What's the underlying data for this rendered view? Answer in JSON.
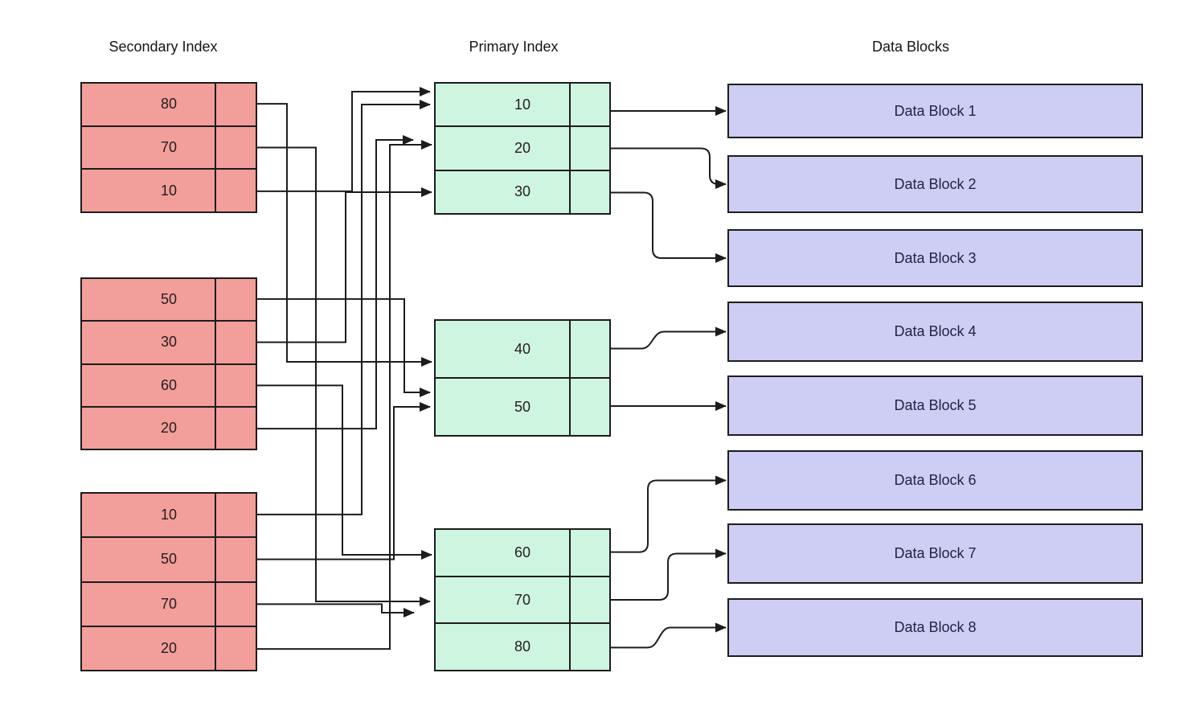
{
  "titles": {
    "secondary": "Secondary Index",
    "primary": "Primary Index",
    "blocks": "Data Blocks"
  },
  "secondary_tables": [
    {
      "rows": [
        "80",
        "70",
        "10"
      ]
    },
    {
      "rows": [
        "50",
        "30",
        "60",
        "20"
      ]
    },
    {
      "rows": [
        "10",
        "50",
        "70",
        "20"
      ]
    }
  ],
  "primary_tables": [
    {
      "rows": [
        "10",
        "20",
        "30"
      ]
    },
    {
      "rows": [
        "40",
        "50"
      ]
    },
    {
      "rows": [
        "60",
        "70",
        "80"
      ]
    }
  ],
  "data_blocks": [
    "Data Block 1",
    "Data Block 2",
    "Data Block 3",
    "Data Block 4",
    "Data Block 5",
    "Data Block 6",
    "Data Block 7",
    "Data Block 8"
  ],
  "connections": {
    "secondary_to_primary": [
      {
        "from_table": 1,
        "from_key": "80",
        "to_row": "40"
      },
      {
        "from_table": 1,
        "from_key": "70",
        "to_row": "70"
      },
      {
        "from_table": 1,
        "from_key": "10",
        "to_row": "10"
      },
      {
        "from_table": 2,
        "from_key": "50",
        "to_row": "50"
      },
      {
        "from_table": 2,
        "from_key": "30",
        "to_row": "30"
      },
      {
        "from_table": 2,
        "from_key": "60",
        "to_row": "60"
      },
      {
        "from_table": 2,
        "from_key": "20",
        "to_row": "20"
      },
      {
        "from_table": 3,
        "from_key": "10",
        "to_row": "10"
      },
      {
        "from_table": 3,
        "from_key": "50",
        "to_row": "50"
      },
      {
        "from_table": 3,
        "from_key": "70",
        "to_row": "70"
      },
      {
        "from_table": 3,
        "from_key": "20",
        "to_row": "20"
      }
    ],
    "primary_to_blocks": [
      {
        "from_row": "10",
        "to_block": "Data Block 1"
      },
      {
        "from_row": "20",
        "to_block": "Data Block 2"
      },
      {
        "from_row": "30",
        "to_block": "Data Block 3"
      },
      {
        "from_row": "40",
        "to_block": "Data Block 4"
      },
      {
        "from_row": "50",
        "to_block": "Data Block 5"
      },
      {
        "from_row": "60",
        "to_block": "Data Block 6"
      },
      {
        "from_row": "70",
        "to_block": "Data Block 7"
      },
      {
        "from_row": "80",
        "to_block": "Data Block 8"
      }
    ]
  },
  "colors": {
    "secondary_fill": "#f29e9b",
    "primary_fill": "#cef5e0",
    "block_fill": "#cecdf3",
    "line": "#1c1c1c"
  }
}
